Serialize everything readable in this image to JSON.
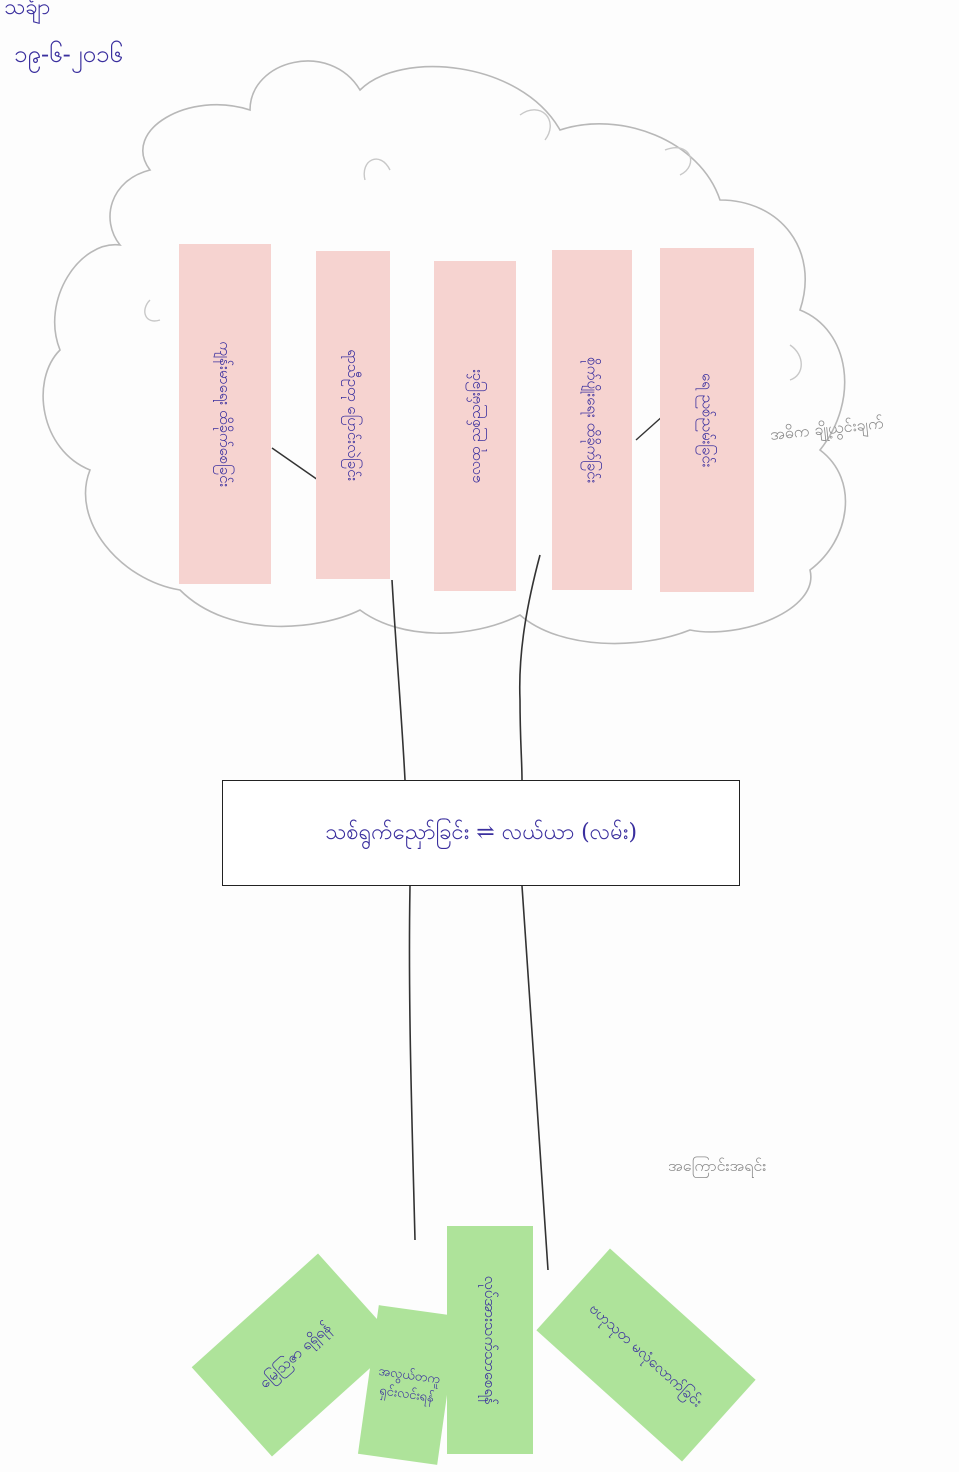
{
  "header": {
    "name": "သင်္ချာ",
    "date": "၁၉-၆-၂၀၁၆"
  },
  "center": {
    "label": "သစ်ရွက်ညှော်ခြင်း ⇌ လယ်ယာ (လမ်း)"
  },
  "crown_label": "အဓိက ချို့ယွင်းချက်",
  "root_label": "အကြောင်းအရင်း",
  "effects": [
    "ကျန်းမာရေး ထိခိုက်စေခြင်း",
    "ရာသီဥတု ပြောင်းလဲခြင်း",
    "လေထု ညစ်ညမ်းခြင်း",
    "စိုက်ပျိုးရေး ထိခိုက်ခြင်း",
    "ရေ ညစ်ညမ်းခြင်း"
  ],
  "causes": [
    "မြေဩဇာ ရရှိရန်",
    "အလွယ်တကူ ရှင်းလင်းရန်",
    "လုပ်အားသက်သာစေရန်",
    "ဗဟုသုတ မလုံလောက်ခြင်း"
  ],
  "colors": {
    "ink": "#3a2f9e",
    "effect_card": "#f6d3d0",
    "cause_card": "#aee39a"
  }
}
